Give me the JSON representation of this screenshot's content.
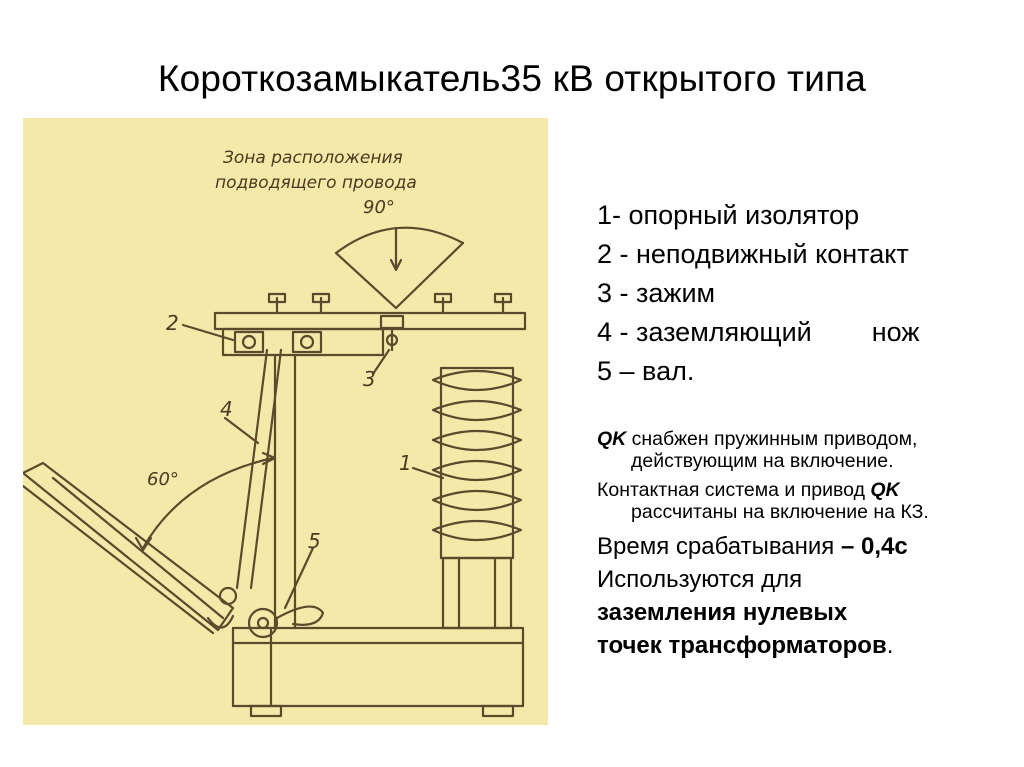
{
  "title": "Короткозамыкатель35 кВ открытого типа",
  "figure": {
    "zone_label_line1": "Зона расположения",
    "zone_label_line2": "подводящего провода",
    "angle_top": "90°",
    "angle_left": "60°",
    "callouts": [
      "1",
      "2",
      "3",
      "4",
      "5"
    ],
    "colors": {
      "paper": "#f4e9a8",
      "ink": "#5a4a2e"
    }
  },
  "legend": {
    "item1": "1- опорный изолятор",
    "item2": "2 - неподвижный контакт",
    "item3": "3 - зажим",
    "item4a": "4 - заземляющий",
    "item4b": "нож",
    "item5": "5 – вал."
  },
  "notes": {
    "p1_bold": "QK",
    "p1_text": " снабжен пружинным приводом, действующим на включение.",
    "p2_text": "Контактная система и привод ",
    "p2_bold": "QK",
    "p2_tail": " рассчитаны на включение на КЗ.",
    "p3_text": "Время срабатывания ",
    "p3_bold": "– 0,4с",
    "p4_text": "Используются для",
    "p5_bold": "заземления нулевых",
    "p6_bold": "точек трансформаторов",
    "p6_tail": "."
  }
}
